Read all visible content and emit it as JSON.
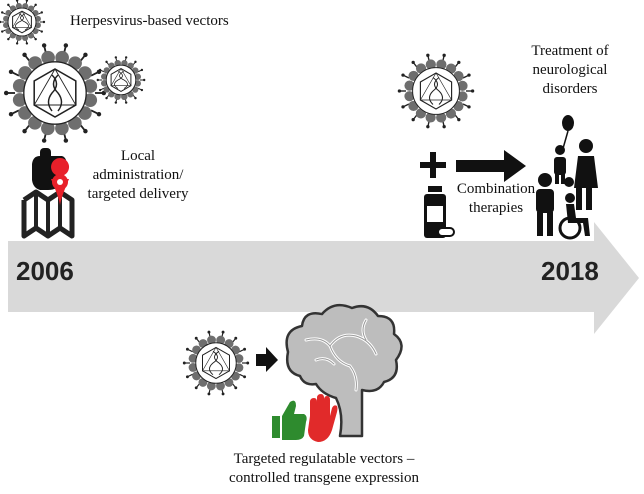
{
  "timeline": {
    "start_year": "2006",
    "end_year": "2018",
    "arrow_color": "#d9d9d9"
  },
  "labels": {
    "herpes_vectors": "Herpesvirus-based vectors",
    "local_admin_1": "Local",
    "local_admin_2": "administration/",
    "local_admin_3": "targeted delivery",
    "combination_1": "Combination",
    "combination_2": "therapies",
    "treatment_1": "Treatment of",
    "treatment_2": "neurological",
    "treatment_3": "disorders",
    "regulatable_1": "Targeted regulatable vectors –",
    "regulatable_2": "controlled transgene expression"
  },
  "colors": {
    "virus_gray": "#6e6e6e",
    "map_pin": "#e8202a",
    "thumb_up": "#2e8b2e",
    "hand_stop": "#e12a2a",
    "brain_fill": "#bdbdbd"
  },
  "icons": [
    "virus-icon",
    "pointing-hand-icon",
    "map-pin-icon",
    "plus-icon",
    "pill-bottle-icon",
    "arrow-right-icon",
    "family-icon",
    "wheelchair-icon",
    "brain-icon",
    "thumbs-up-icon",
    "stop-hand-icon"
  ]
}
